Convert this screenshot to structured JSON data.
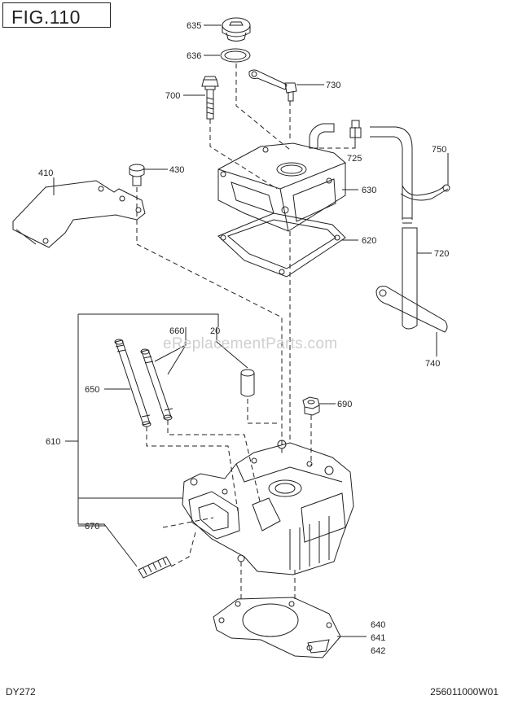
{
  "figure": {
    "title": "FIG.110"
  },
  "watermark": "eReplacementParts.com",
  "footer": {
    "model": "DY272",
    "doc_number": "256011000W01"
  },
  "parts": {
    "p635": "635",
    "p636": "636",
    "p700": "700",
    "p730": "730",
    "p725": "725",
    "p750": "750",
    "p410": "410",
    "p430": "430",
    "p630": "630",
    "p620": "620",
    "p720": "720",
    "p660": "660",
    "p20": "20",
    "p740": "740",
    "p650": "650",
    "p690": "690",
    "p610": "610",
    "p670": "670",
    "p640": "640",
    "p641": "641",
    "p642": "642"
  }
}
